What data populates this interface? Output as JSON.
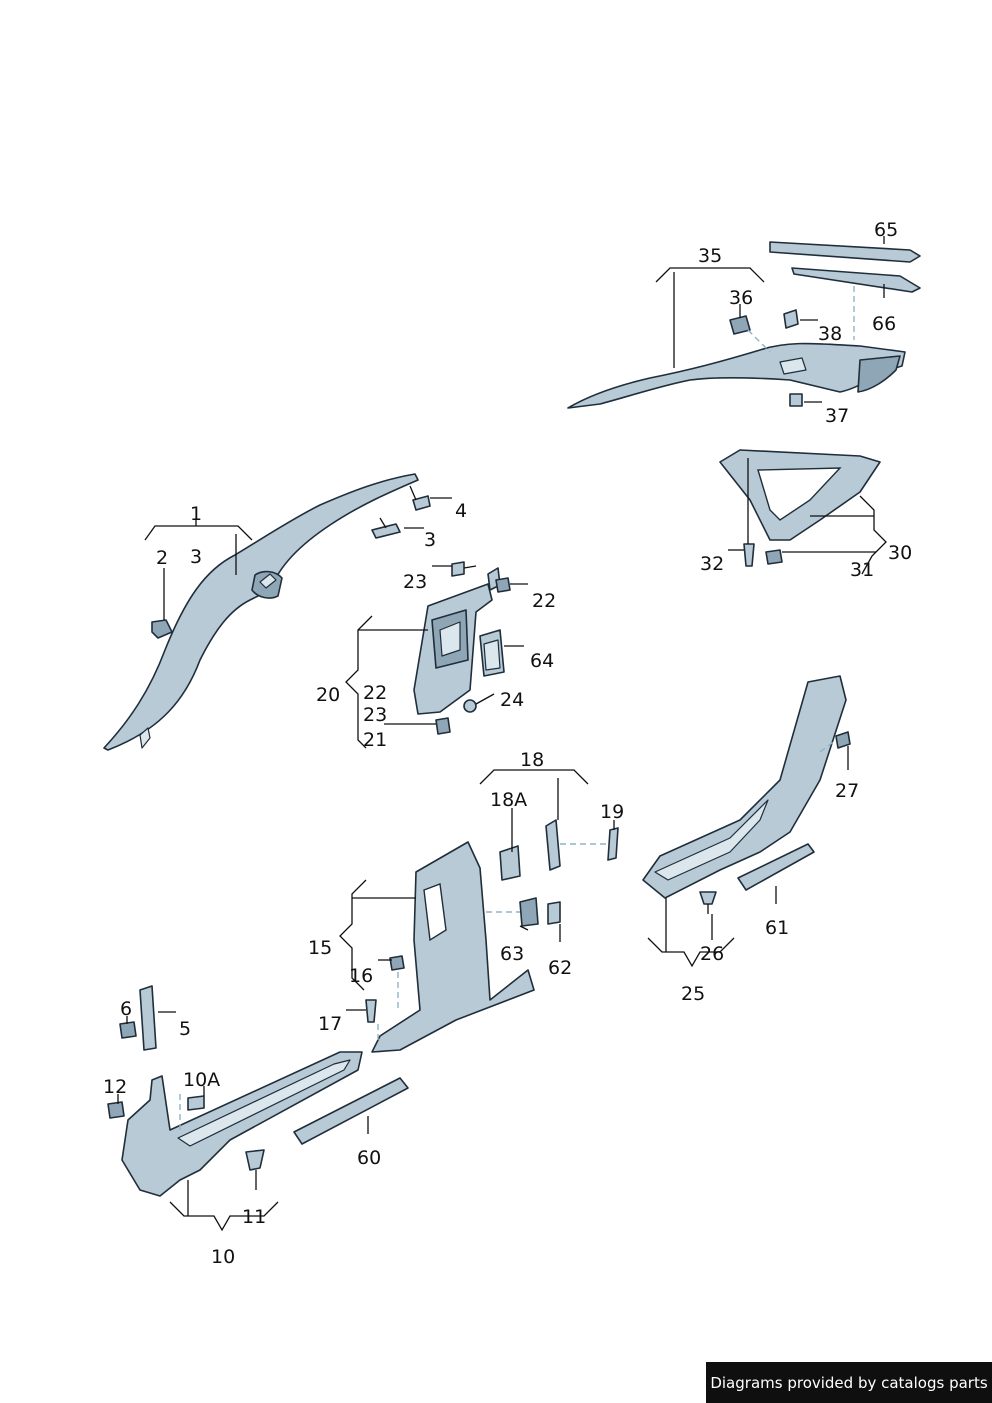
{
  "diagram": {
    "labels": {
      "l1": "1",
      "l2": "2",
      "l3a": "3",
      "l3b": "3",
      "l4": "4",
      "l5": "5",
      "l6": "6",
      "l10": "10",
      "l10a": "10A",
      "l11": "11",
      "l12": "12",
      "l15": "15",
      "l16": "16",
      "l17": "17",
      "l18": "18",
      "l18a": "18A",
      "l19": "19",
      "l20": "20",
      "l21": "21",
      "l22a": "22",
      "l22b": "22",
      "l23a": "23",
      "l23b": "23",
      "l24": "24",
      "l25": "25",
      "l26": "26",
      "l27": "27",
      "l30": "30",
      "l31": "31",
      "l32": "32",
      "l35": "35",
      "l36": "36",
      "l37": "37",
      "l38": "38",
      "l60": "60",
      "l61": "61",
      "l62": "62",
      "l63": "63",
      "l64": "64",
      "l65": "65",
      "l66": "66"
    }
  },
  "footer": {
    "text": "Diagrams provided by catalogs parts"
  },
  "colors": {
    "part_fill": "#b7cad6",
    "part_shade": "#8ea6b6",
    "outline": "#1f2e3a",
    "footer_bg": "#0f0f0f"
  }
}
